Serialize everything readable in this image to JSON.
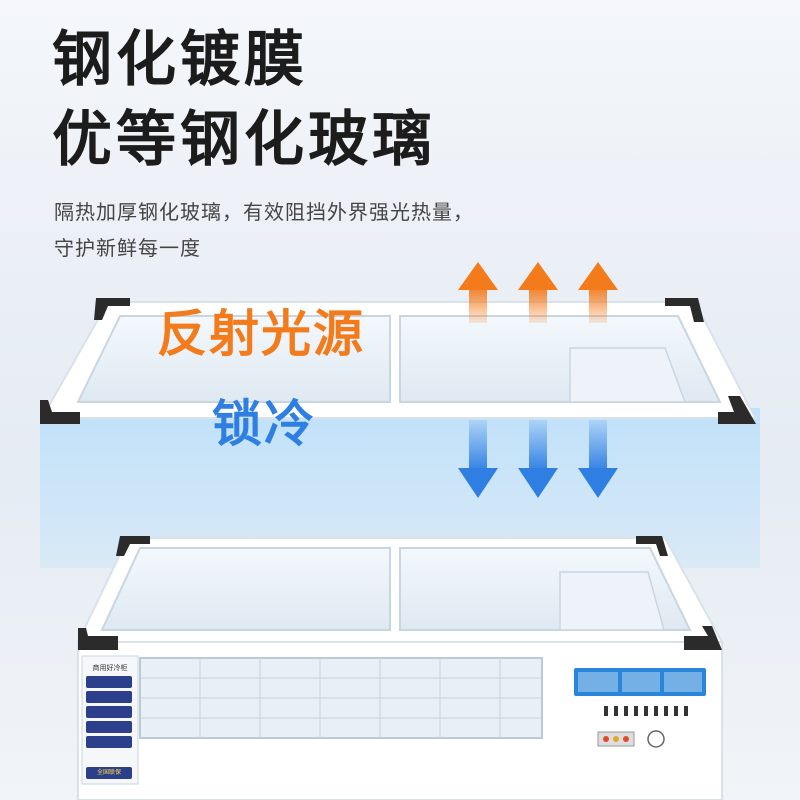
{
  "headline": {
    "line1": "钢化镀膜",
    "line2": "优等钢化玻璃"
  },
  "description": {
    "line1": "隔热加厚钢化玻璃，有效阻挡外界强光热量，",
    "line2": "守护新鲜每一度"
  },
  "labels": {
    "reflect": "反射光源",
    "lock_cold": "锁冷"
  },
  "colors": {
    "reflect_arrow": "#f47b1c",
    "cold_arrow": "#2f7fe3",
    "frame": "#ffffff",
    "corner": "#2b2b2b"
  },
  "freezer_panel": {
    "title": "商用好冷柜",
    "tags": [
      "",
      "",
      "",
      "",
      "",
      ""
    ],
    "footer": "全国联保"
  }
}
